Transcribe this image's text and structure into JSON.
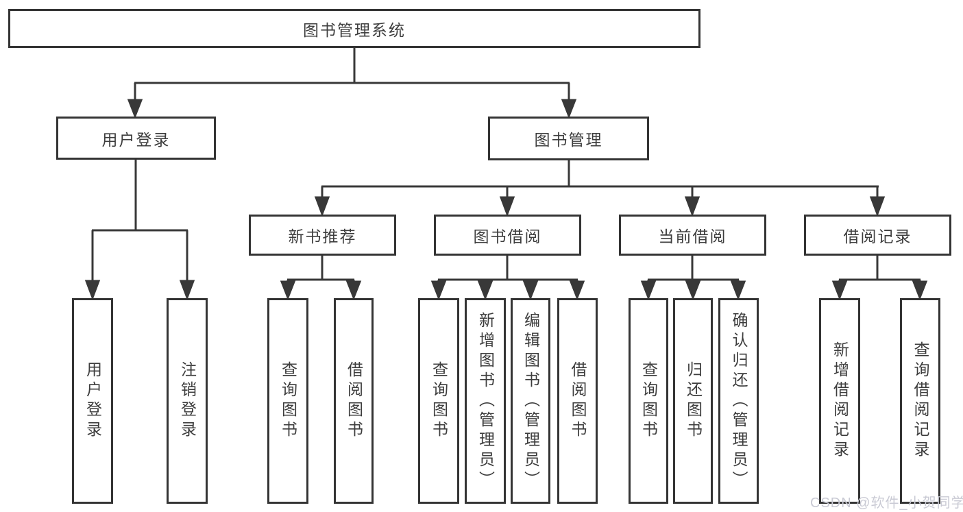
{
  "diagram": {
    "root": {
      "label": "图书管理系统"
    },
    "branches": [
      {
        "label": "用户登录",
        "children": [
          {
            "label": "用户登录"
          },
          {
            "label": "注销登录"
          }
        ]
      },
      {
        "label": "图书管理",
        "children": [
          {
            "label": "新书推荐",
            "children": [
              {
                "label": "查询图书"
              },
              {
                "label": "借阅图书"
              }
            ]
          },
          {
            "label": "图书借阅",
            "children": [
              {
                "label": "查询图书"
              },
              {
                "label": "新增图书（管理员）"
              },
              {
                "label": "编辑图书（管理员）"
              },
              {
                "label": "借阅图书"
              }
            ]
          },
          {
            "label": "当前借阅",
            "children": [
              {
                "label": "查询图书"
              },
              {
                "label": "归还图书"
              },
              {
                "label": "确认归还（管理员）"
              }
            ]
          },
          {
            "label": "借阅记录",
            "children": [
              {
                "label": "新增借阅记录"
              },
              {
                "label": "查询借阅记录"
              }
            ]
          }
        ]
      }
    ]
  },
  "watermark": {
    "text": "CSDN @软件_小贺同学"
  },
  "colors": {
    "line": "#383838",
    "box_border": "#343434",
    "text": "#3d3d3d",
    "background": "#ffffff",
    "watermark": "#c9cad4"
  }
}
